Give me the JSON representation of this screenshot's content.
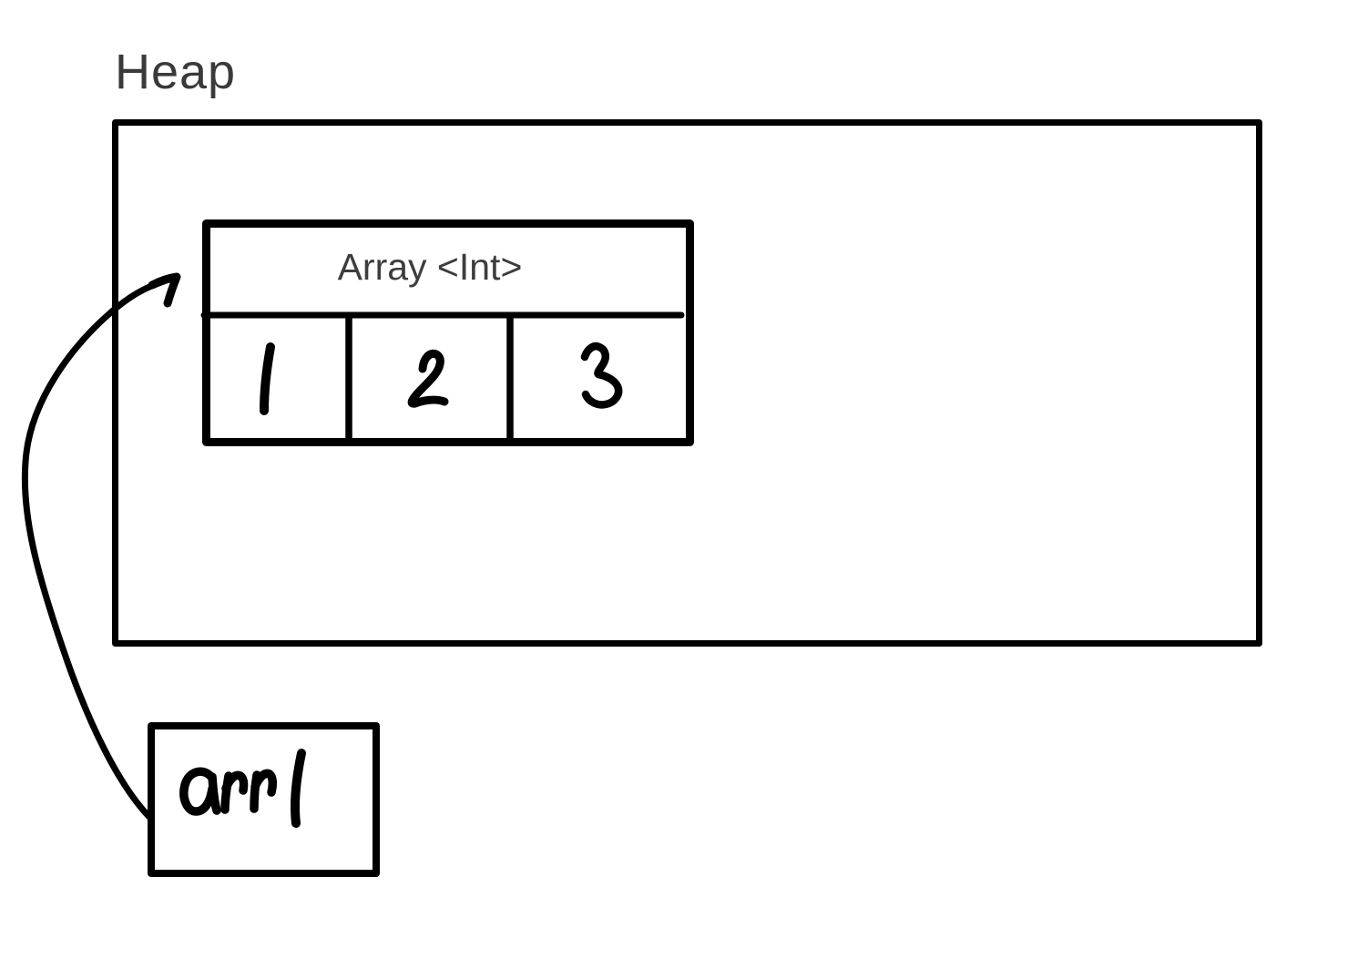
{
  "heap": {
    "label": "Heap"
  },
  "array_object": {
    "type_label": "Array <Int>",
    "cells": [
      "1",
      "2",
      "3"
    ]
  },
  "variable": {
    "name": "arr1"
  },
  "colors": {
    "line": "#000000",
    "label_text": "#3a3a3a",
    "background": "#ffffff"
  }
}
